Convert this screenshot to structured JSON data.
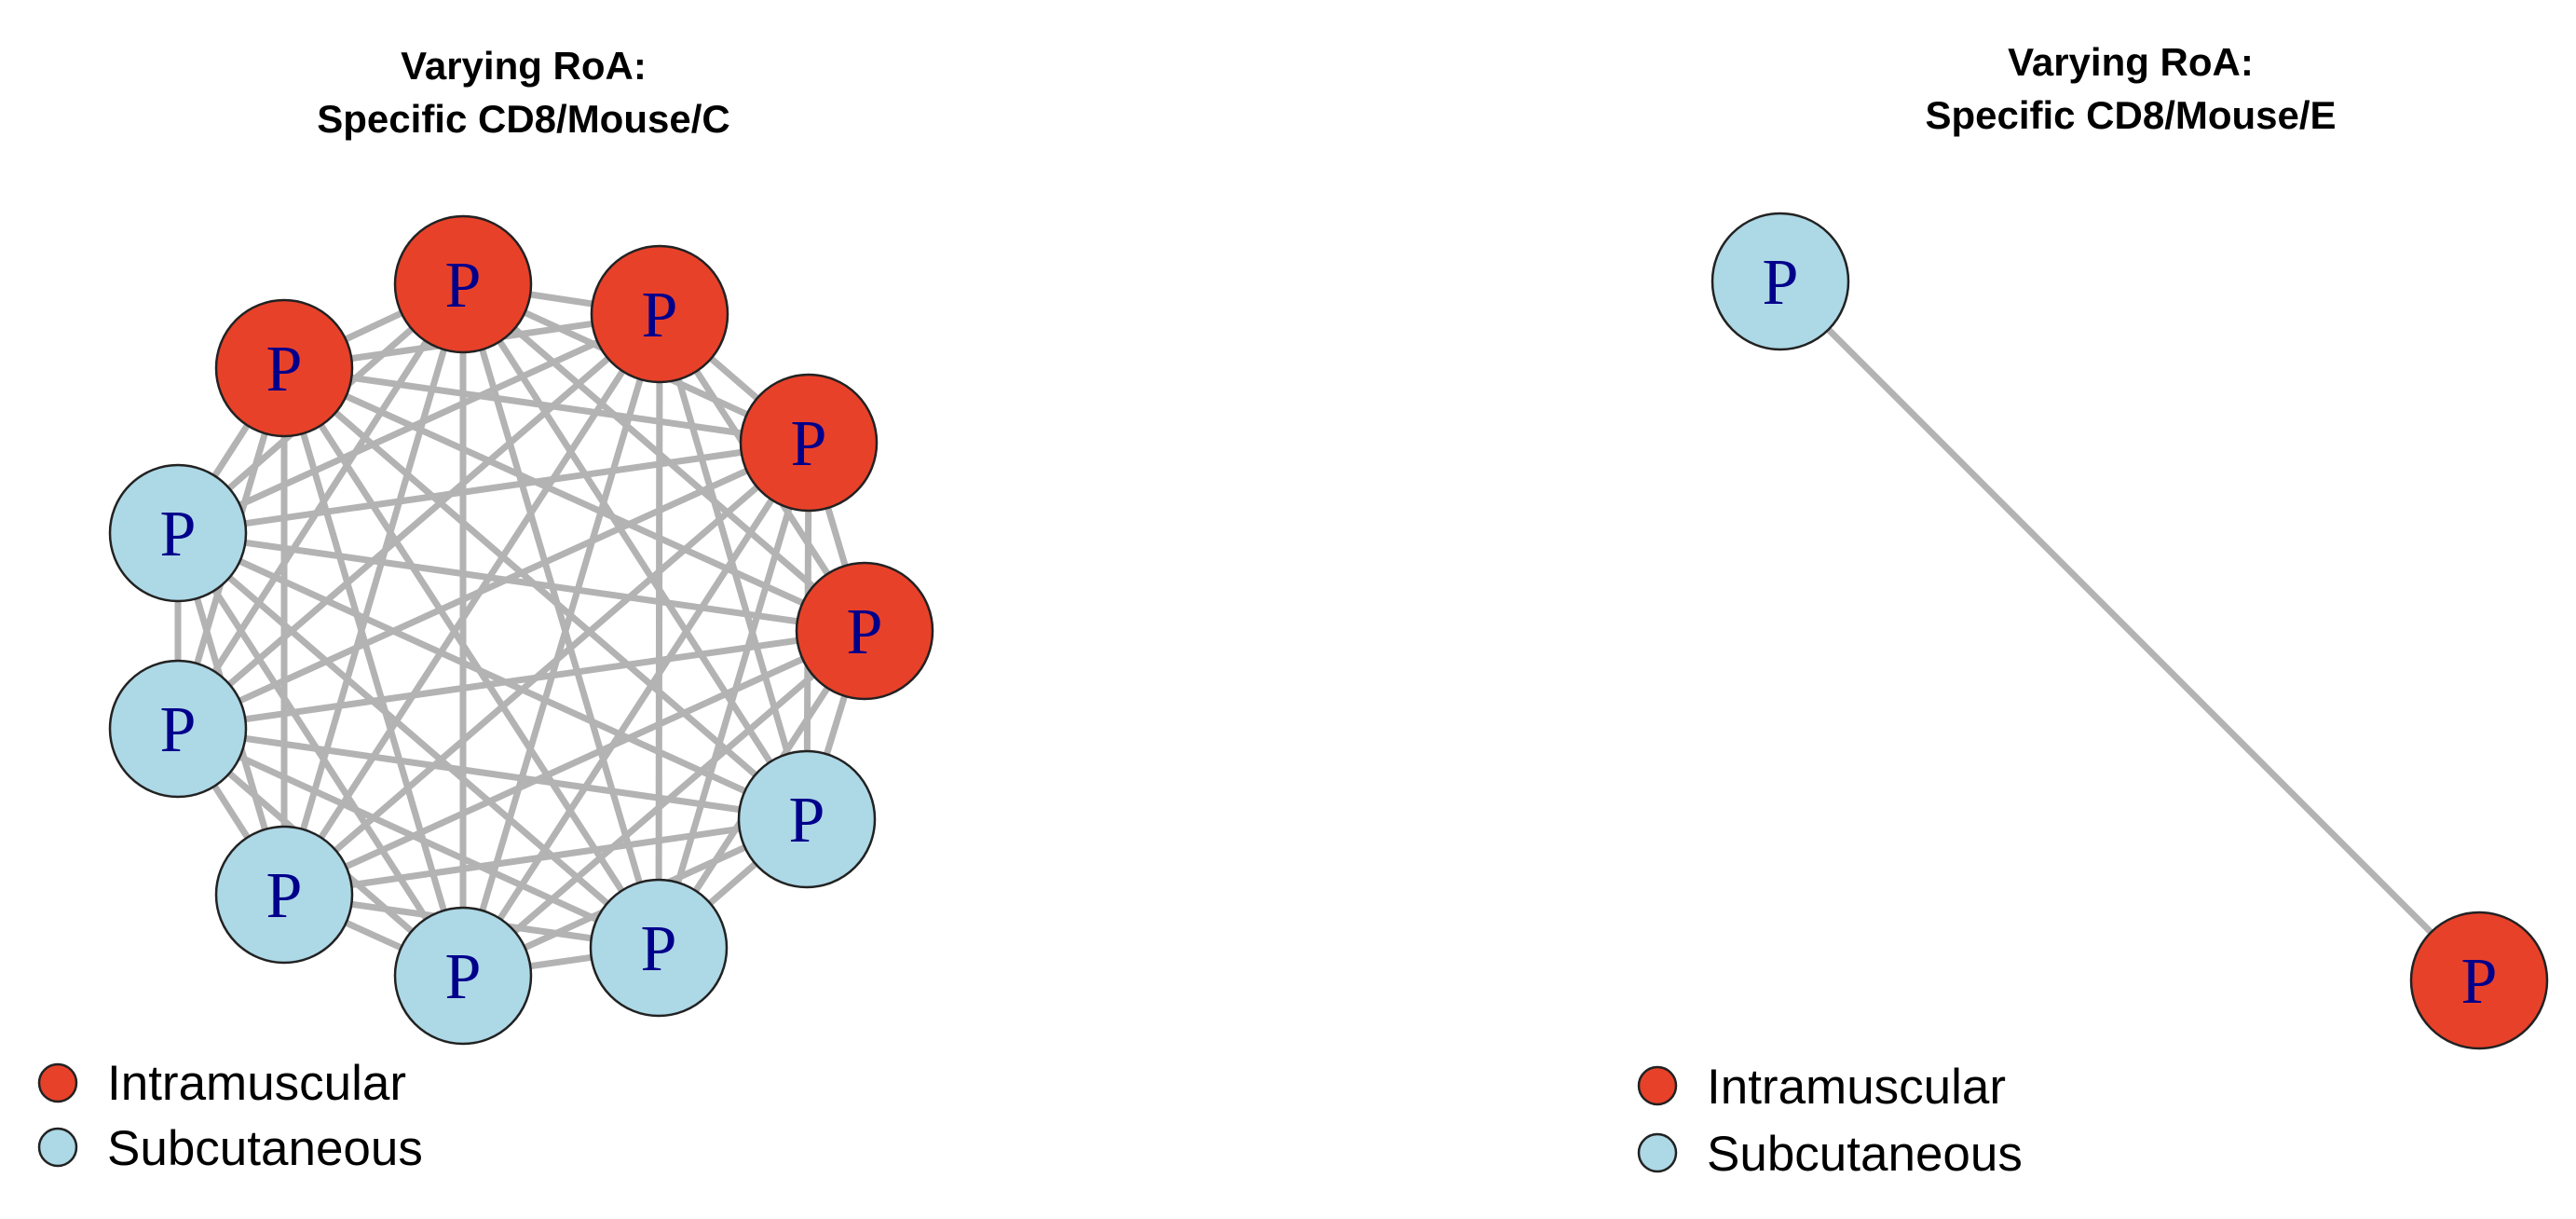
{
  "colors": {
    "intramuscular": "#E8412A",
    "subcutaneous": "#ADD8E6",
    "edge": "#B3B3B3",
    "node_label": "#00008B"
  },
  "panels": [
    {
      "id": "C",
      "title_line1": "Varying RoA:",
      "title_line2": "Specific CD8/Mouse/C",
      "node_type_counts": {
        "intramuscular": 5,
        "subcutaneous": 6
      },
      "fully_connected": true,
      "node_label": "P",
      "legend": {
        "item1": "Intramuscular",
        "item2": "Subcutaneous"
      }
    },
    {
      "id": "E",
      "title_line1": "Varying RoA:",
      "title_line2": "Specific CD8/Mouse/E",
      "node_type_counts": {
        "intramuscular": 1,
        "subcutaneous": 1
      },
      "fully_connected": true,
      "node_label": "P",
      "legend": {
        "item1": "Intramuscular",
        "item2": "Subcutaneous"
      }
    }
  ]
}
